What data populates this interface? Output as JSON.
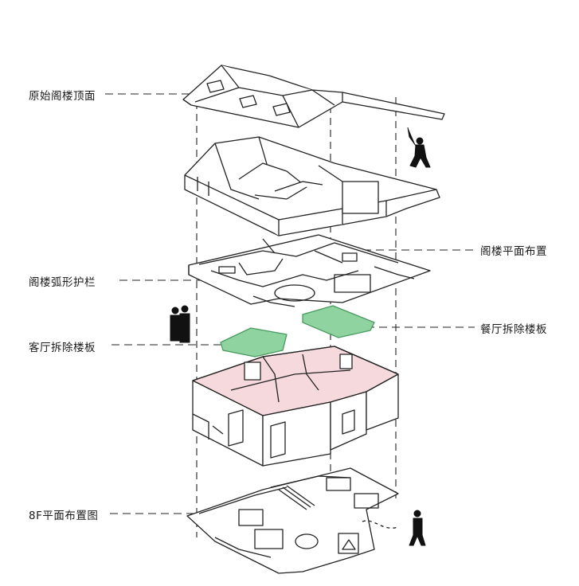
{
  "labels": {
    "attic_roof": "原始阁楼顶面",
    "attic_railing": "阁楼弧形护栏",
    "living_floor_removed": "客厅拆除楼板",
    "floor_plan_8f": "8F平面布置图",
    "attic_plan": "阁楼平面布置",
    "dining_floor_removed": "餐厅拆除楼板"
  },
  "colors": {
    "line": "#222222",
    "removed_slab": "#8fd3a0",
    "removed_slab_edge": "#4a9a5f",
    "demolished_area": "#f6d9dc",
    "figure": "#111111"
  }
}
